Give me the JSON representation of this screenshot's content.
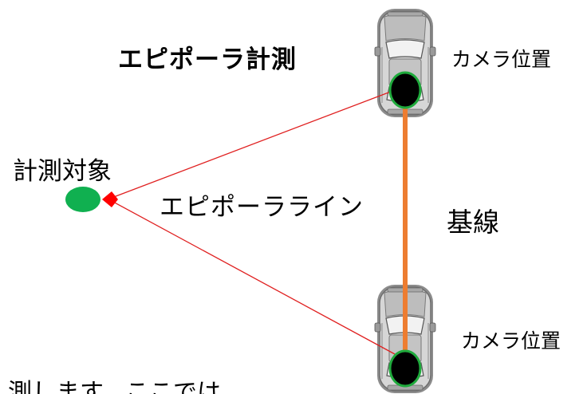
{
  "title": "エピポーラ計測",
  "camera_top_label": "カメラ位置",
  "camera_bottom_label": "カメラ位置",
  "target_label": "計測対象",
  "epipolar_line_label": "エピポーラライン",
  "baseline_label": "基線",
  "partial_bottom_text": "測します。ここでは",
  "colors": {
    "epipolar_line": "#e02020",
    "baseline": "#ed7d31",
    "target": "#10b050",
    "camera_center": "#000000",
    "camera_ring": "#1faa3c",
    "car_body": "#cfcfcf",
    "arrowhead": "#ff0000"
  },
  "icons": {
    "camera_vehicle": "car-top-view-icon",
    "target": "ellipse-target-icon"
  }
}
